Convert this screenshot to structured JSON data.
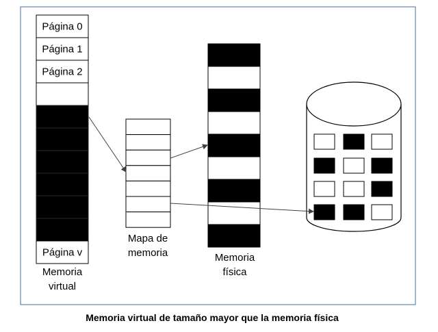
{
  "diagram": {
    "virtual_memory": {
      "pages": [
        {
          "label": "Página 0",
          "filled": false
        },
        {
          "label": "Página 1",
          "filled": false
        },
        {
          "label": "Página 2",
          "filled": false
        },
        {
          "label": "",
          "filled": false
        },
        {
          "label": "",
          "filled": true
        },
        {
          "label": "",
          "filled": true
        },
        {
          "label": "",
          "filled": true
        },
        {
          "label": "",
          "filled": true
        },
        {
          "label": "",
          "filled": true
        },
        {
          "label": "",
          "filled": true
        },
        {
          "label": "Página v",
          "filled": false
        }
      ],
      "caption_line1": "Memoria",
      "caption_line2": "virtual"
    },
    "page_map": {
      "rows": 7,
      "caption_line1": "Mapa de",
      "caption_line2": "memoria"
    },
    "physical_memory": {
      "blocks": [
        true,
        false,
        true,
        false,
        true,
        false,
        true,
        false,
        true
      ],
      "caption_line1": "Memoria",
      "caption_line2": "física"
    },
    "disk": {
      "grid": [
        [
          false,
          true,
          false
        ],
        [
          true,
          false,
          true
        ],
        [
          false,
          false,
          true
        ],
        [
          true,
          true,
          false
        ]
      ]
    },
    "figure_caption": "Memoria virtual de tamaño mayor que la memoria física"
  },
  "colors": {
    "frame": "#41719c",
    "stroke": "#000000",
    "fill": "#000000",
    "arrow": "#404040",
    "background": "#ffffff"
  }
}
